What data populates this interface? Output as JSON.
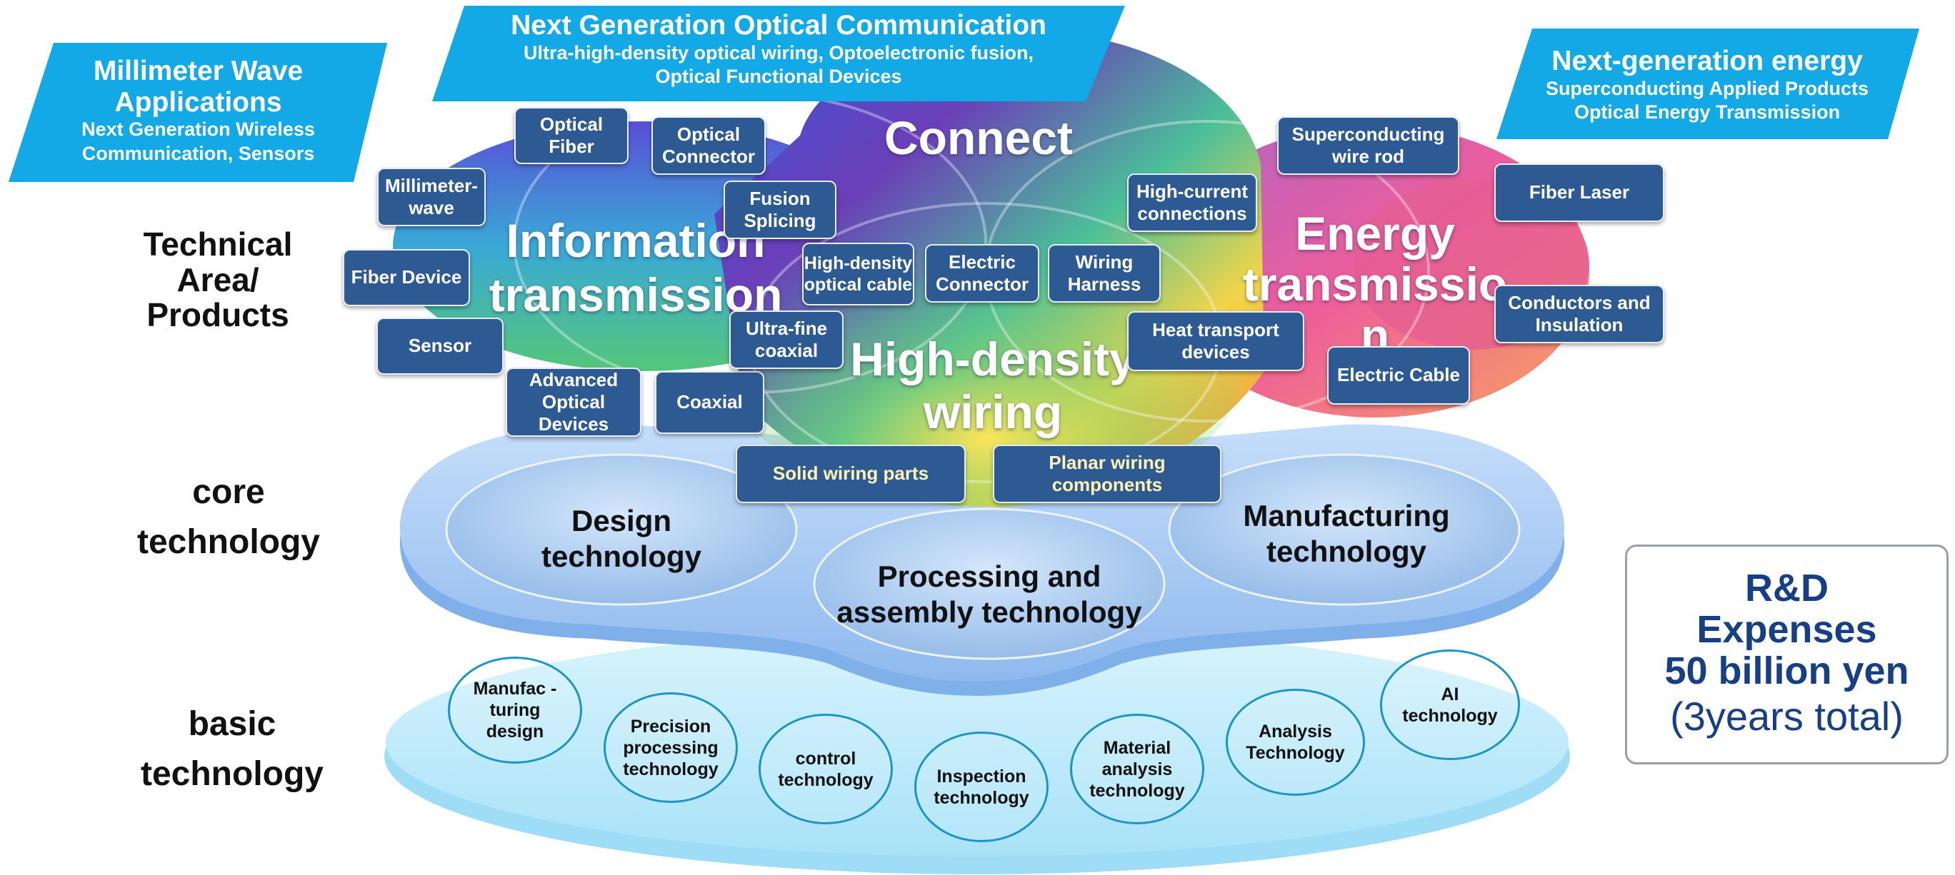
{
  "row_labels": {
    "technical": "Technical Area/ Products",
    "core": "core technology",
    "basic": "basic technology"
  },
  "banners": {
    "optical": {
      "title": "Next Generation Optical Communication",
      "line1": "Ultra-high-density optical wiring, Optoelectronic fusion,",
      "line2": "Optical Functional Devices"
    },
    "millimeter": {
      "title": "Millimeter Wave Applications",
      "subtitle": "Next Generation Wireless Communication, Sensors"
    },
    "energy": {
      "title": "Next-generation energy",
      "line1": "Superconducting Applied Products",
      "line2": "Optical Energy Transmission"
    }
  },
  "areas": {
    "connect": "Connect",
    "information": "Information transmission",
    "energy": "Energy transmissio n",
    "high_density": "High-density wiring"
  },
  "products": {
    "optical_fiber": "Optical Fiber",
    "optical_connector": "Optical Connector",
    "fusion_splicing": "Fusion Splicing",
    "millimeter_wave": "Millimeter-wave",
    "fiber_device": "Fiber Device",
    "sensor": "Sensor",
    "advanced_optical_devices": "Advanced Optical Devices",
    "coaxial": "Coaxial",
    "ultra_fine_coaxial": "Ultra-fine coaxial",
    "high_density_optical_cable": "High-density optical cable",
    "electric_connector": "Electric Connector",
    "wiring_harness": "Wiring Harness",
    "high_current_connections": "High-current connections",
    "superconducting_wire_rod": "Superconducting wire rod",
    "fiber_laser": "Fiber Laser",
    "conductors_insulation": "Conductors and Insulation",
    "heat_transport_devices": "Heat transport devices",
    "electric_cable": "Electric Cable",
    "solid_wiring_parts": "Solid wiring parts",
    "planar_wiring_components": "Planar wiring components"
  },
  "core_technologies": {
    "design": "Design technology",
    "processing": "Processing and assembly technology",
    "manufacturing": "Manufacturing technology"
  },
  "basic_technologies": [
    "Manufac -turing design",
    "Precision processing technology",
    "control technology",
    "Inspection technology",
    "Material analysis technology",
    "Analysis Technology",
    "AI technology"
  ],
  "rd": {
    "line1": "R&D",
    "line2": "Expenses",
    "line3": "50 billion yen",
    "line4": "(3years total)"
  },
  "colors": {
    "banner": "#12a9e6",
    "product_box": "#2e5a93",
    "rd_text": "#163f86",
    "core_plate": "#a9cdf7",
    "basic_plate": "#bfe9fb",
    "circle_border": "#1b95c9"
  }
}
